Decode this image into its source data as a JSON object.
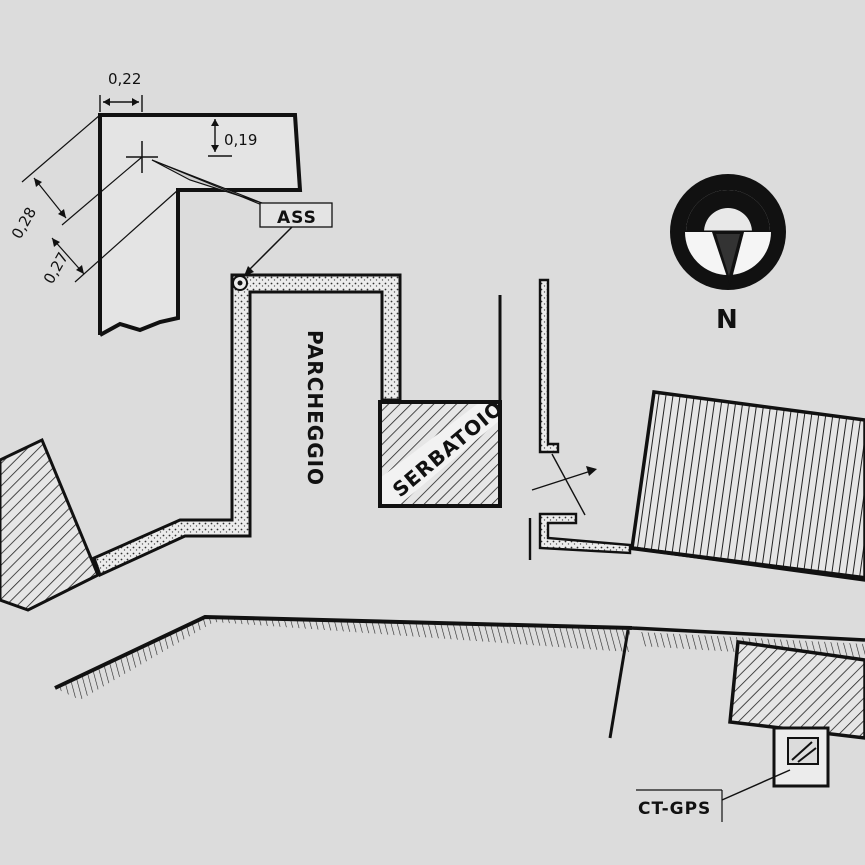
{
  "labels": {
    "dim_width": "0,22",
    "dim_height": "0,19",
    "dim_diag_1": "0,28",
    "dim_diag_2": "0,27",
    "station_tag": "ASS",
    "parking": "PARCHEGGIO",
    "tank": "SERBATOIO",
    "north": "N",
    "gps_tag": "CT-GPS"
  },
  "colors": {
    "background": "#dcdcdc",
    "ink": "#111111",
    "strip": "#e8e8e8",
    "tank_band": "#f2f2f2"
  },
  "icons": {
    "north_arrow": "compass-rose-icon",
    "station_point": "station-point-icon",
    "gps_marker": "gps-marker-icon"
  }
}
